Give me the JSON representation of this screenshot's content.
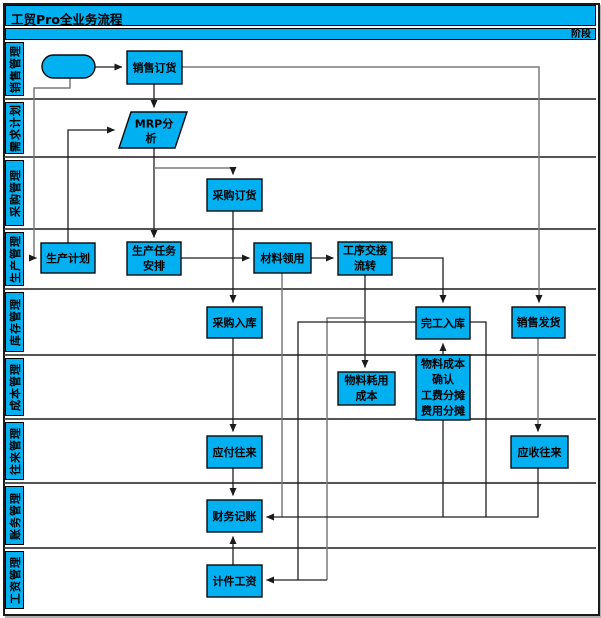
{
  "title": "工贸Pro全业务流程",
  "stage_label": "阶段",
  "colors": {
    "node_fill": "#00B0F0",
    "bar_fill": "#00B0F0",
    "line_dark": "#1f1f1f",
    "line_gray": "#7a7a7a",
    "border": "#000000"
  },
  "lanes": [
    {
      "label": "销售管理"
    },
    {
      "label": "需求计划"
    },
    {
      "label": "采购管理"
    },
    {
      "label": "生产管理"
    },
    {
      "label": "库存管理"
    },
    {
      "label": "成本管理"
    },
    {
      "label": "往来管理"
    },
    {
      "label": "账务管理"
    },
    {
      "label": "工资管理"
    }
  ],
  "nodes": {
    "start": {
      "type": "terminator",
      "lines": []
    },
    "sales_order": {
      "lines": [
        "销售订货"
      ]
    },
    "mrp_analysis": {
      "lines": [
        "MRP分",
        "析"
      ]
    },
    "purchase_order": {
      "lines": [
        "采购订货"
      ]
    },
    "production_plan": {
      "lines": [
        "生产计划"
      ]
    },
    "production_task": {
      "lines": [
        "生产任务",
        "安排"
      ]
    },
    "material_requisition": {
      "lines": [
        "材料领用"
      ]
    },
    "process_handover": {
      "lines": [
        "工序交接",
        "流转"
      ]
    },
    "purchase_receipt": {
      "lines": [
        "采购入库"
      ]
    },
    "completion_receipt": {
      "lines": [
        "完工入库"
      ]
    },
    "sales_delivery": {
      "lines": [
        "销售发货"
      ]
    },
    "material_cost": {
      "lines": [
        "物料耗用",
        "成本"
      ]
    },
    "cost_confirmation": {
      "lines": [
        "物料成本",
        "确认",
        "工费分摊",
        "费用分摊"
      ]
    },
    "payables": {
      "lines": [
        "应付往来"
      ]
    },
    "receivables": {
      "lines": [
        "应收往来"
      ]
    },
    "bookkeeping": {
      "lines": [
        "财务记账"
      ]
    },
    "piece_wage": {
      "lines": [
        "计件工资"
      ]
    }
  }
}
